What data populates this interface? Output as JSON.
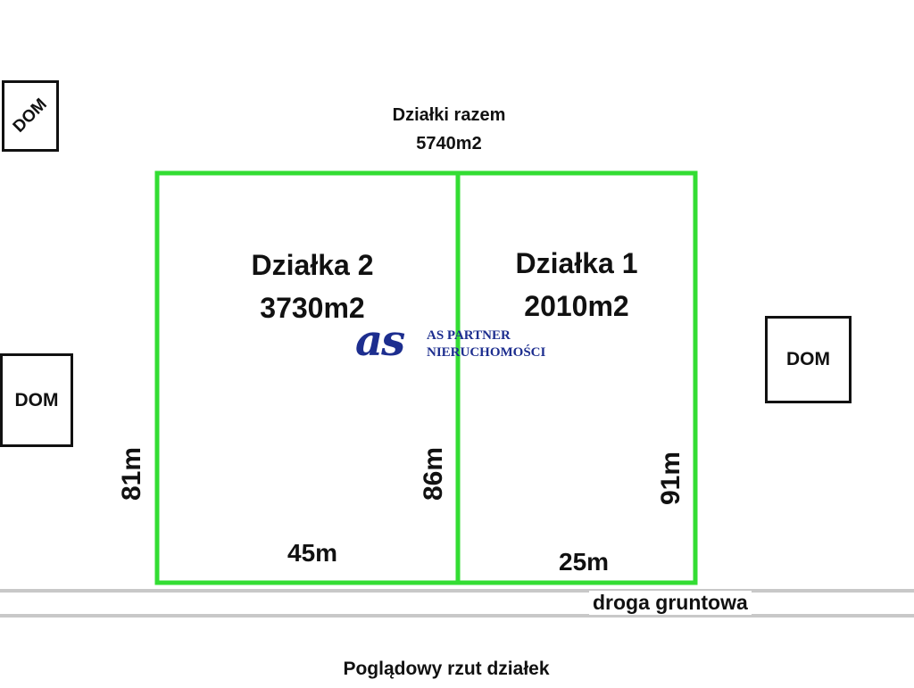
{
  "header": {
    "total_title": "Działki razem",
    "total_area": "5740m2"
  },
  "houses": [
    {
      "label": "DOM"
    },
    {
      "label": "DOM"
    },
    {
      "label": "DOM"
    }
  ],
  "plots": [
    {
      "name": "Działka 2",
      "area": "3730m2"
    },
    {
      "name": "Działka 1",
      "area": "2010m2"
    }
  ],
  "dimensions": {
    "left_side": "81m",
    "middle_side": "86m",
    "right_side": "91m",
    "plot2_width": "45m",
    "plot1_width": "25m"
  },
  "road": {
    "label": "droga gruntowa"
  },
  "logo": {
    "mark": "as",
    "line1": "AS PARTNER",
    "line2": "NIERUCHOMOŚCI"
  },
  "caption": "Poglądowy rzut działek",
  "colors": {
    "plot_border": "#33dd33",
    "road": "#c8c8c8",
    "logo": "#1d2e8f"
  }
}
